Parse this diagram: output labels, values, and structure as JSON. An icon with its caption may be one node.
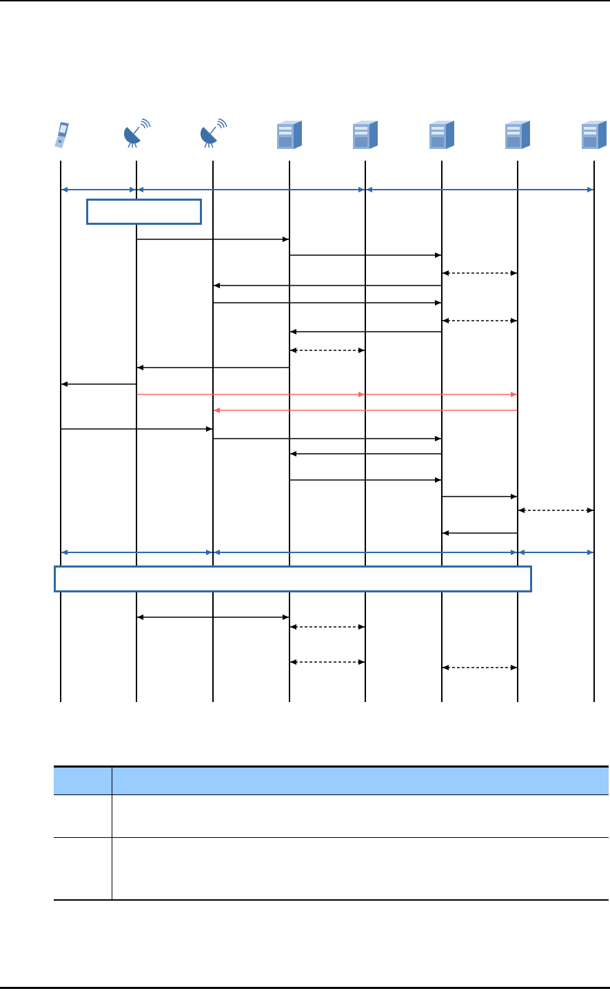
{
  "diagram": {
    "nodes": [
      {
        "text": [],
        "shape": "bar"
      },
      {
        "text": [],
        "shape": "bar"
      },
      {
        "text": [],
        "shape": "bar"
      },
      {
        "text": [],
        "shape": "bar"
      },
      {
        "text": [],
        "shape": "bar"
      },
      {
        "text": [],
        "shape": "bar"
      },
      {
        "text": [],
        "shape": "bar"
      },
      {
        "text": [],
        "shape": "bar"
      },
      {
        "text": [],
        "shape": "box"
      },
      {
        "text": [],
        "shape": "box"
      }
    ],
    "edges": [
      {
        "from": 0,
        "to": 1,
        "arrow": "both",
        "color": "#2e6aa6"
      },
      {
        "from": 1,
        "to": 4,
        "arrow": "both",
        "color": "#2e6aa6"
      },
      {
        "from": 4,
        "to": 7,
        "arrow": "both",
        "color": "#2e6aa6"
      },
      {
        "from": 1,
        "to": 3,
        "arrow": "to"
      },
      {
        "from": 3,
        "to": 5,
        "arrow": "to"
      },
      {
        "from": 5,
        "to": 6,
        "arrow": "both",
        "style": "dashed"
      },
      {
        "from": 5,
        "to": 2,
        "arrow": "to"
      },
      {
        "from": 2,
        "to": 5,
        "arrow": "to"
      },
      {
        "from": 5,
        "to": 6,
        "arrow": "both",
        "style": "dashed"
      },
      {
        "from": 5,
        "to": 3,
        "arrow": "to"
      },
      {
        "from": 3,
        "to": 4,
        "arrow": "both",
        "style": "dashed"
      },
      {
        "from": 3,
        "to": 1,
        "arrow": "to"
      },
      {
        "from": 1,
        "to": 0,
        "arrow": "to"
      },
      {
        "from": 1,
        "to": 4,
        "arrow": "to",
        "color": "#ff6666"
      },
      {
        "from": 4,
        "to": 6,
        "arrow": "to",
        "color": "#ff6666"
      },
      {
        "from": 6,
        "to": 2,
        "arrow": "to",
        "color": "#ff6666"
      },
      {
        "from": 0,
        "to": 2,
        "arrow": "to"
      },
      {
        "from": 2,
        "to": 5,
        "arrow": "to"
      },
      {
        "from": 5,
        "to": 3,
        "arrow": "to"
      },
      {
        "from": 3,
        "to": 5,
        "arrow": "to"
      },
      {
        "from": 5,
        "to": 6,
        "arrow": "to"
      },
      {
        "from": 6,
        "to": 7,
        "arrow": "both",
        "style": "dashed"
      },
      {
        "from": 6,
        "to": 5,
        "arrow": "to"
      },
      {
        "from": 0,
        "to": 2,
        "arrow": "both",
        "color": "#2e6aa6"
      },
      {
        "from": 2,
        "to": 6,
        "arrow": "both",
        "color": "#2e6aa6"
      },
      {
        "from": 6,
        "to": 7,
        "arrow": "both",
        "color": "#2e6aa6"
      },
      {
        "from": 1,
        "to": 3,
        "arrow": "both"
      },
      {
        "from": 3,
        "to": 4,
        "arrow": "both",
        "style": "dashed"
      },
      {
        "from": 3,
        "to": 4,
        "arrow": "both",
        "style": "dashed"
      },
      {
        "from": 5,
        "to": 6,
        "arrow": "both",
        "style": "dashed"
      }
    ]
  }
}
